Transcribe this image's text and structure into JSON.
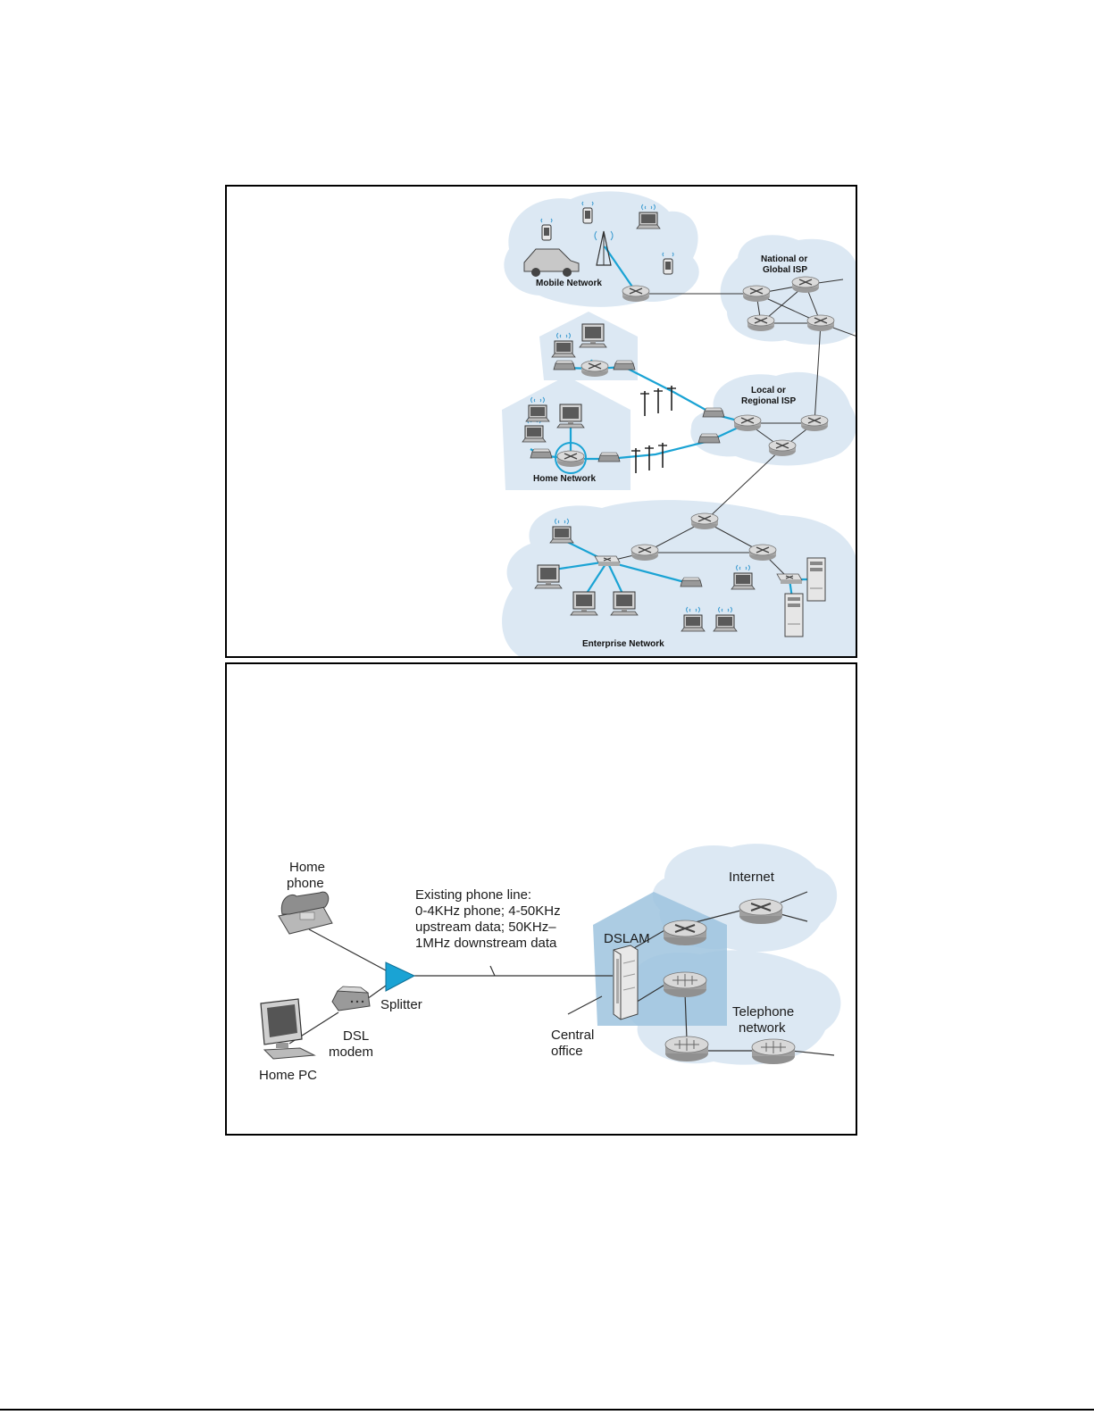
{
  "top_diagram": {
    "labels": {
      "mobile_network": "Mobile Network",
      "national_isp_line1": "National or",
      "national_isp_line2": "Global ISP",
      "local_isp_line1": "Local or",
      "local_isp_line2": "Regional ISP",
      "home_network": "Home Network",
      "enterprise_network": "Enterprise Network"
    },
    "colors": {
      "cloud": "#dce8f3",
      "access_link": "#1aa3d4",
      "core_link": "#333333",
      "router": "#d4d4d4"
    }
  },
  "bottom_diagram": {
    "labels": {
      "home_phone_line1": "Home",
      "home_phone_line2": "phone",
      "splitter": "Splitter",
      "dsl_modem_line1": "DSL",
      "dsl_modem_line2": "modem",
      "home_pc": "Home PC",
      "phone_line_1": "Existing phone line:",
      "phone_line_2": "0-4KHz phone; 4-50KHz",
      "phone_line_3": "upstream data; 50KHz–",
      "phone_line_4": "1MHz downstream data",
      "dslam": "DSLAM",
      "central_office_line1": "Central",
      "central_office_line2": "office",
      "internet": "Internet",
      "telephone_network_line1": "Telephone",
      "telephone_network_line2": "network"
    },
    "colors": {
      "splitter": "#1aa3d4",
      "cloud": "#dce8f3",
      "central_office": "#9ec3de"
    }
  }
}
